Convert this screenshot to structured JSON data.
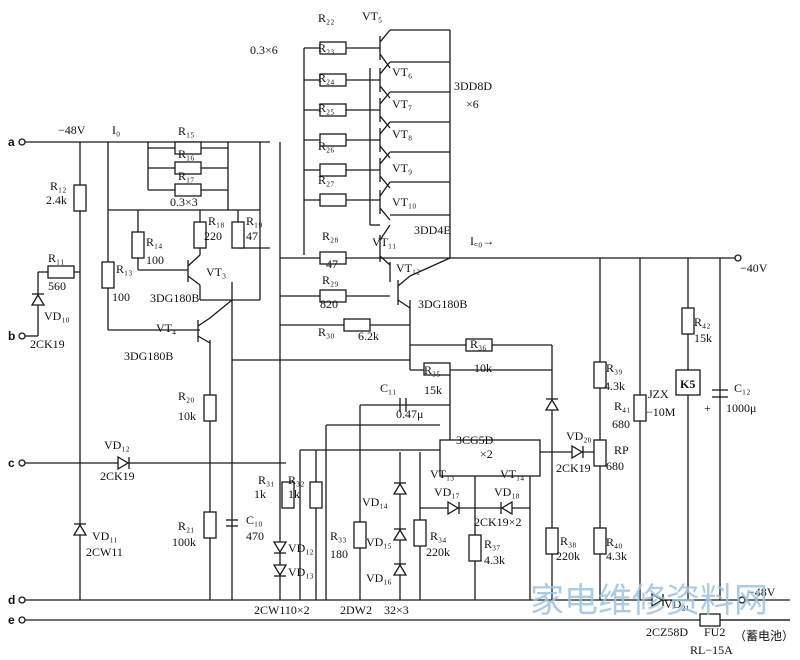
{
  "terminals": {
    "a": "a",
    "b": "b",
    "c": "c",
    "d": "d",
    "e": "e"
  },
  "rails": {
    "input_voltage": "−48V",
    "input_current": "I₀",
    "output_voltage": "−40V",
    "output_current": "I꜀₀→",
    "battery_voltage": "−48V",
    "battery_note": "（蓄电池）"
  },
  "resistors": {
    "R12": "R₁₂",
    "R12v": "2.4k",
    "R11": "R₁₁",
    "R11v": "560",
    "R13": "R₁₃",
    "R13v": "100",
    "R14": "R₁₄",
    "R14v": "100",
    "R15": "R₁₅",
    "R16": "R₁₆",
    "R17": "R₁₇",
    "R1517v": "0.3×3",
    "R18": "R₁₈",
    "R18v": "220",
    "R19": "R₁₉",
    "R19v": "47",
    "R20": "R₂₀",
    "R20v": "10k",
    "R21": "R₂₁",
    "R21v": "100k",
    "R22": "R₂₂",
    "R23": "R₂₃",
    "R24": "R₂₄",
    "R25": "R₂₅",
    "R26": "R₂₆",
    "R27": "R₂₇",
    "R2227v": "0.3×6",
    "R28": "R₂₈",
    "R28v": "47",
    "R29": "R₂₉",
    "R29v": "820",
    "R30": "R₃₀",
    "R30v": "6.2k",
    "R31": "R₃₁",
    "R31v": "1k",
    "R32": "R₃₂",
    "R32v": "1k",
    "R33": "R₃₃",
    "R33v": "180",
    "R34": "R₃₄",
    "R34v": "220k",
    "R35": "R₃₅",
    "R35v": "15k",
    "R36": "R₃₆",
    "R36v": "10k",
    "R37": "R₃₇",
    "R37v": "4.3k",
    "R38": "R₃₈",
    "R38v": "220k",
    "R39": "R₃₉",
    "R39v": "4.3k",
    "R40": "R₄₀",
    "R40v": "4.3k",
    "R41": "R₄₁",
    "R41v": "680",
    "R42": "R₄₂",
    "R42v": "15k",
    "RP": "RP",
    "RPv": "680"
  },
  "transistors": {
    "VT3": "VT₃",
    "VT3t": "3DG180B",
    "VT4": "VT₄",
    "VT4t": "3DG180B",
    "VT5": "VT₅",
    "VT6": "VT₆",
    "VT7": "VT₇",
    "VT8": "VT₈",
    "VT9": "VT₉",
    "VT10": "VT₁₀",
    "VT510t": "3DD8D",
    "VT510n": "×6",
    "VT11": "VT₁₁",
    "VT11t": "3DD4E",
    "VT12": "VT₁₂",
    "VT12t": "3DG180B",
    "VT13": "VT₁₃",
    "VT14": "VT₁₄",
    "VT1314t": "3CG5D",
    "VT1314n": "×2"
  },
  "diodes": {
    "VD10": "VD₁₀",
    "VD10t": "2CK19",
    "VD11": "VD₁₁",
    "VD11t": "2CW11",
    "VD12a": "VD₁₂",
    "VD12at": "2CK19",
    "VD12": "VD₁₂",
    "VD13": "VD₁₃",
    "VD1213t": "2CW110×2",
    "VD14": "VD₁₄",
    "VD15": "VD₁₅",
    "VD16": "VD₁₆",
    "VD1416t": "2DW2　32×3",
    "VD17": "VD₁₇",
    "VD18": "VD₁₈",
    "VD1718t": "2CK19×2",
    "VD20": "VD₂₀",
    "VD20t": "2CK19",
    "VD21": "VD₂₁",
    "VD21t": "2CZ58D"
  },
  "capacitors": {
    "C10": "C₁₀",
    "C10v": "470",
    "C11": "C₁₁",
    "C11v": "0.47μ",
    "C12": "C₁₂",
    "C12v": "1000μ"
  },
  "others": {
    "JZX": "JZX",
    "JZXv": "−10M",
    "K5": "K5",
    "FU2": "FU2",
    "RL": "RL−15A"
  },
  "watermark": "家电维修资料网"
}
